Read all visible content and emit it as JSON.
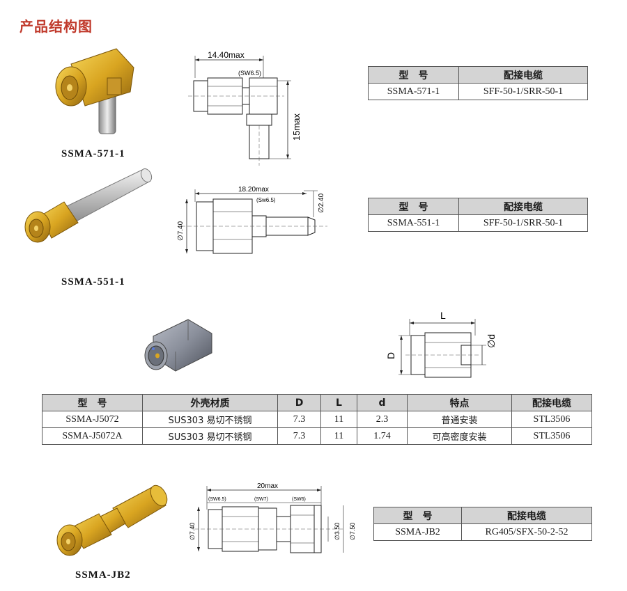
{
  "page": {
    "heading": "产品结构图"
  },
  "products": {
    "p571": {
      "label": "SSMA-571-1",
      "dim_length": "14.40max",
      "dim_wrench": "(SW6.5)",
      "dim_height": "15max",
      "table": {
        "col_model": "型　号",
        "col_cable": "配接电缆",
        "model": "SSMA-571-1",
        "cable": "SFF-50-1/SRR-50-1"
      }
    },
    "p551": {
      "label": "SSMA-551-1",
      "dim_length": "18.20max",
      "dim_wrench": "(Sw6.5)",
      "dim_dia_left": "∅7.40",
      "dim_dia_right": "∅2.40",
      "table": {
        "col_model": "型　号",
        "col_cable": "配接电缆",
        "model": "SSMA-551-1",
        "cable": "SFF-50-1/SRR-50-1"
      }
    },
    "j5072": {
      "dim_L": "L",
      "dim_D": "D",
      "dim_d": "∅d",
      "table": {
        "headers": [
          "型　号",
          "外壳材质",
          "D",
          "L",
          "d",
          "特点",
          "配接电缆"
        ],
        "rows": [
          [
            "SSMA-J5072",
            "SUS303 易切不锈钢",
            "7.3",
            "11",
            "2.3",
            "普通安装",
            "STL3506"
          ],
          [
            "SSMA-J5072A",
            "SUS303 易切不锈钢",
            "7.3",
            "11",
            "1.74",
            "可高密度安装",
            "STL3506"
          ]
        ]
      }
    },
    "jb2": {
      "label": "SSMA-JB2",
      "dim_length": "20max",
      "dim_sw1": "(SW6.5)",
      "dim_sw2": "(SW7)",
      "dim_sw3": "(SW6)",
      "dim_dia_left": "∅7.40",
      "dim_dia_r1": "∅3.50",
      "dim_dia_r2": "∅7.50",
      "table": {
        "col_model": "型　号",
        "col_cable": "配接电缆",
        "model": "SSMA-JB2",
        "cable": "RG405/SFX-50-2-52"
      }
    }
  },
  "colors": {
    "heading": "#c0392b",
    "gold": "#d9a521",
    "gold_dark": "#9a6d10",
    "header_bg": "#d4d4d4"
  }
}
